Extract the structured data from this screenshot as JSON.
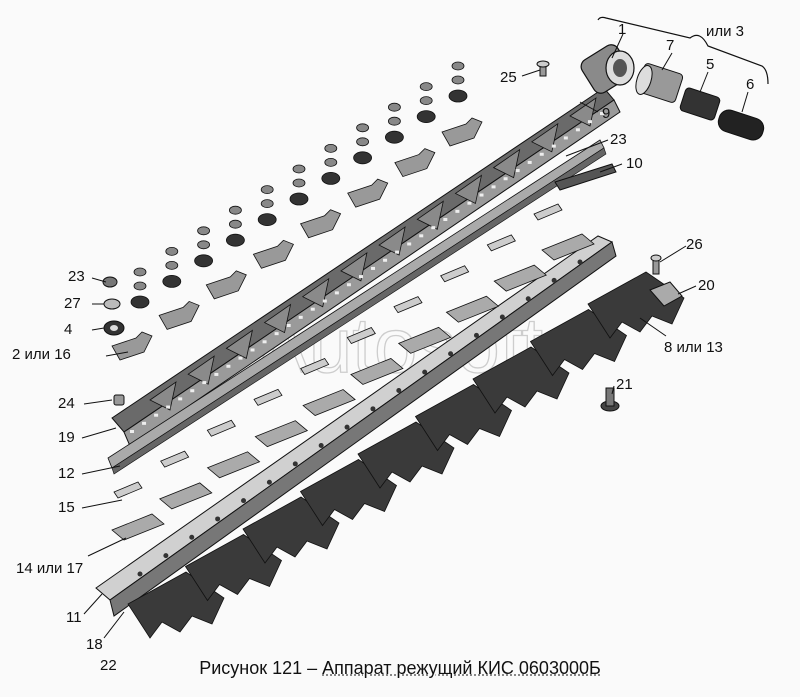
{
  "callouts": {
    "c1": "1",
    "c_or3": "или 3",
    "c7": "7",
    "c5": "5",
    "c6": "6",
    "c25": "25",
    "c9": "9",
    "c23a": "23",
    "c10": "10",
    "c26": "26",
    "c20": "20",
    "c8or13": "8 или 13",
    "c21": "21",
    "c23b": "23",
    "c27": "27",
    "c4": "4",
    "c2or16": "2 или 16",
    "c24": "24",
    "c19": "19",
    "c12": "12",
    "c15": "15",
    "c14or17": "14 или 17",
    "c11": "11",
    "c18": "18",
    "c22": "22"
  },
  "caption": {
    "number": "Рисунок 121 – ",
    "title": "Аппарат режущий КИС 0603000Б"
  },
  "watermark": "Autosoft",
  "colors": {
    "ink": "#1a1a1a",
    "metal": "#5a5a5a",
    "light": "#d9d9d9",
    "paper": "#fafafa"
  }
}
